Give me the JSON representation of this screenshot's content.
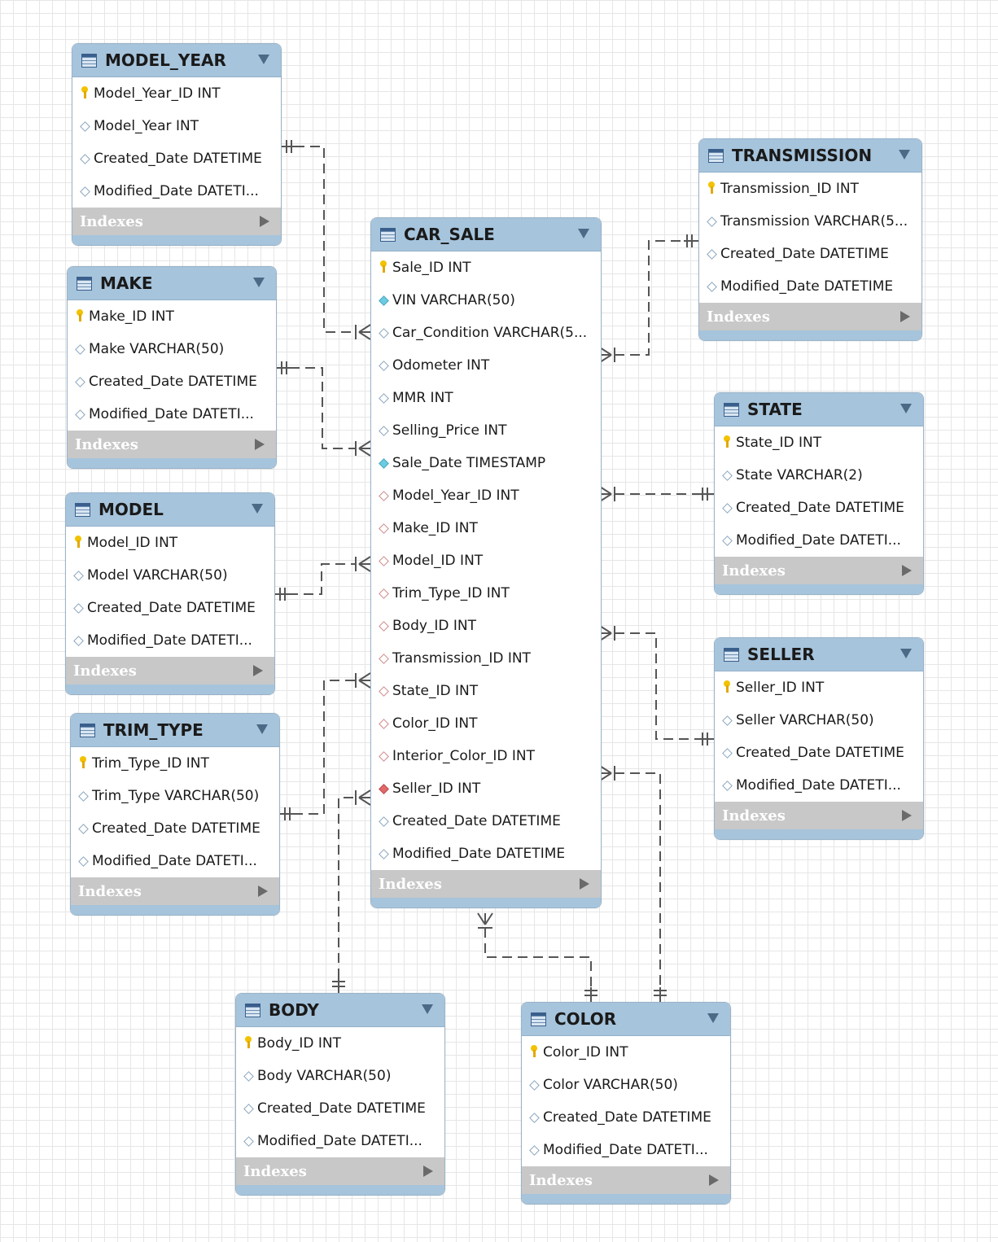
{
  "indexes_label": "Indexes",
  "tables": {
    "model_year": {
      "name": "MODEL_YEAR",
      "columns": [
        {
          "text": "Model_Year_ID INT",
          "icon": "key"
        },
        {
          "text": "Model_Year INT",
          "icon": "attr"
        },
        {
          "text": "Created_Date DATETIME",
          "icon": "attr"
        },
        {
          "text": "Modified_Date DATETI...",
          "icon": "attr"
        }
      ]
    },
    "make": {
      "name": "MAKE",
      "columns": [
        {
          "text": "Make_ID INT",
          "icon": "key"
        },
        {
          "text": "Make VARCHAR(50)",
          "icon": "attr"
        },
        {
          "text": "Created_Date DATETIME",
          "icon": "attr"
        },
        {
          "text": "Modified_Date DATETI...",
          "icon": "attr"
        }
      ]
    },
    "model": {
      "name": "MODEL",
      "columns": [
        {
          "text": "Model_ID INT",
          "icon": "key"
        },
        {
          "text": "Model VARCHAR(50)",
          "icon": "attr"
        },
        {
          "text": "Created_Date DATETIME",
          "icon": "attr"
        },
        {
          "text": "Modified_Date DATETI...",
          "icon": "attr"
        }
      ]
    },
    "trim_type": {
      "name": "TRIM_TYPE",
      "columns": [
        {
          "text": "Trim_Type_ID INT",
          "icon": "key"
        },
        {
          "text": "Trim_Type VARCHAR(50)",
          "icon": "attr"
        },
        {
          "text": "Created_Date DATETIME",
          "icon": "attr"
        },
        {
          "text": "Modified_Date DATETI...",
          "icon": "attr"
        }
      ]
    },
    "car_sale": {
      "name": "CAR_SALE",
      "columns": [
        {
          "text": "Sale_ID INT",
          "icon": "key"
        },
        {
          "text": "VIN VARCHAR(50)",
          "icon": "req"
        },
        {
          "text": "Car_Condition VARCHAR(5...",
          "icon": "attr"
        },
        {
          "text": "Odometer INT",
          "icon": "attr"
        },
        {
          "text": "MMR INT",
          "icon": "attr"
        },
        {
          "text": "Selling_Price INT",
          "icon": "attr"
        },
        {
          "text": "Sale_Date TIMESTAMP",
          "icon": "req"
        },
        {
          "text": "Model_Year_ID INT",
          "icon": "fk"
        },
        {
          "text": "Make_ID INT",
          "icon": "fk"
        },
        {
          "text": "Model_ID INT",
          "icon": "fk"
        },
        {
          "text": "Trim_Type_ID INT",
          "icon": "fk"
        },
        {
          "text": "Body_ID INT",
          "icon": "fk"
        },
        {
          "text": "Transmission_ID INT",
          "icon": "fk"
        },
        {
          "text": "State_ID INT",
          "icon": "fk"
        },
        {
          "text": "Color_ID INT",
          "icon": "fk"
        },
        {
          "text": "Interior_Color_ID INT",
          "icon": "fk"
        },
        {
          "text": "Seller_ID INT",
          "icon": "fkreq"
        },
        {
          "text": "Created_Date DATETIME",
          "icon": "attr"
        },
        {
          "text": "Modified_Date DATETIME",
          "icon": "attr"
        }
      ]
    },
    "transmission": {
      "name": "TRANSMISSION",
      "columns": [
        {
          "text": "Transmission_ID INT",
          "icon": "key"
        },
        {
          "text": "Transmission VARCHAR(5...",
          "icon": "attr"
        },
        {
          "text": "Created_Date DATETIME",
          "icon": "attr"
        },
        {
          "text": "Modified_Date DATETIME",
          "icon": "attr"
        }
      ]
    },
    "state": {
      "name": "STATE",
      "columns": [
        {
          "text": "State_ID INT",
          "icon": "key"
        },
        {
          "text": "State VARCHAR(2)",
          "icon": "attr"
        },
        {
          "text": "Created_Date DATETIME",
          "icon": "attr"
        },
        {
          "text": "Modified_Date DATETI...",
          "icon": "attr"
        }
      ]
    },
    "seller": {
      "name": "SELLER",
      "columns": [
        {
          "text": "Seller_ID INT",
          "icon": "key"
        },
        {
          "text": "Seller VARCHAR(50)",
          "icon": "attr"
        },
        {
          "text": "Created_Date DATETIME",
          "icon": "attr"
        },
        {
          "text": "Modified_Date DATETI...",
          "icon": "attr"
        }
      ]
    },
    "body": {
      "name": "BODY",
      "columns": [
        {
          "text": "Body_ID INT",
          "icon": "key"
        },
        {
          "text": "Body VARCHAR(50)",
          "icon": "attr"
        },
        {
          "text": "Created_Date DATETIME",
          "icon": "attr"
        },
        {
          "text": "Modified_Date DATETI...",
          "icon": "attr"
        }
      ]
    },
    "color": {
      "name": "COLOR",
      "columns": [
        {
          "text": "Color_ID INT",
          "icon": "key"
        },
        {
          "text": "Color VARCHAR(50)",
          "icon": "attr"
        },
        {
          "text": "Created_Date DATETIME",
          "icon": "attr"
        },
        {
          "text": "Modified_Date DATETI...",
          "icon": "attr"
        }
      ]
    }
  },
  "relationships": [
    {
      "from": "car_sale",
      "to": "model_year",
      "cardinality": "many-to-one"
    },
    {
      "from": "car_sale",
      "to": "make",
      "cardinality": "many-to-one"
    },
    {
      "from": "car_sale",
      "to": "model",
      "cardinality": "many-to-one"
    },
    {
      "from": "car_sale",
      "to": "trim_type",
      "cardinality": "many-to-one"
    },
    {
      "from": "car_sale",
      "to": "body",
      "cardinality": "many-to-one"
    },
    {
      "from": "car_sale",
      "to": "transmission",
      "cardinality": "many-to-one"
    },
    {
      "from": "car_sale",
      "to": "state",
      "cardinality": "many-to-one"
    },
    {
      "from": "car_sale",
      "to": "seller",
      "cardinality": "many-to-one"
    },
    {
      "from": "car_sale",
      "to": "color",
      "cardinality": "many-to-one"
    },
    {
      "from": "car_sale",
      "to": "color",
      "cardinality": "many-to-one"
    }
  ]
}
